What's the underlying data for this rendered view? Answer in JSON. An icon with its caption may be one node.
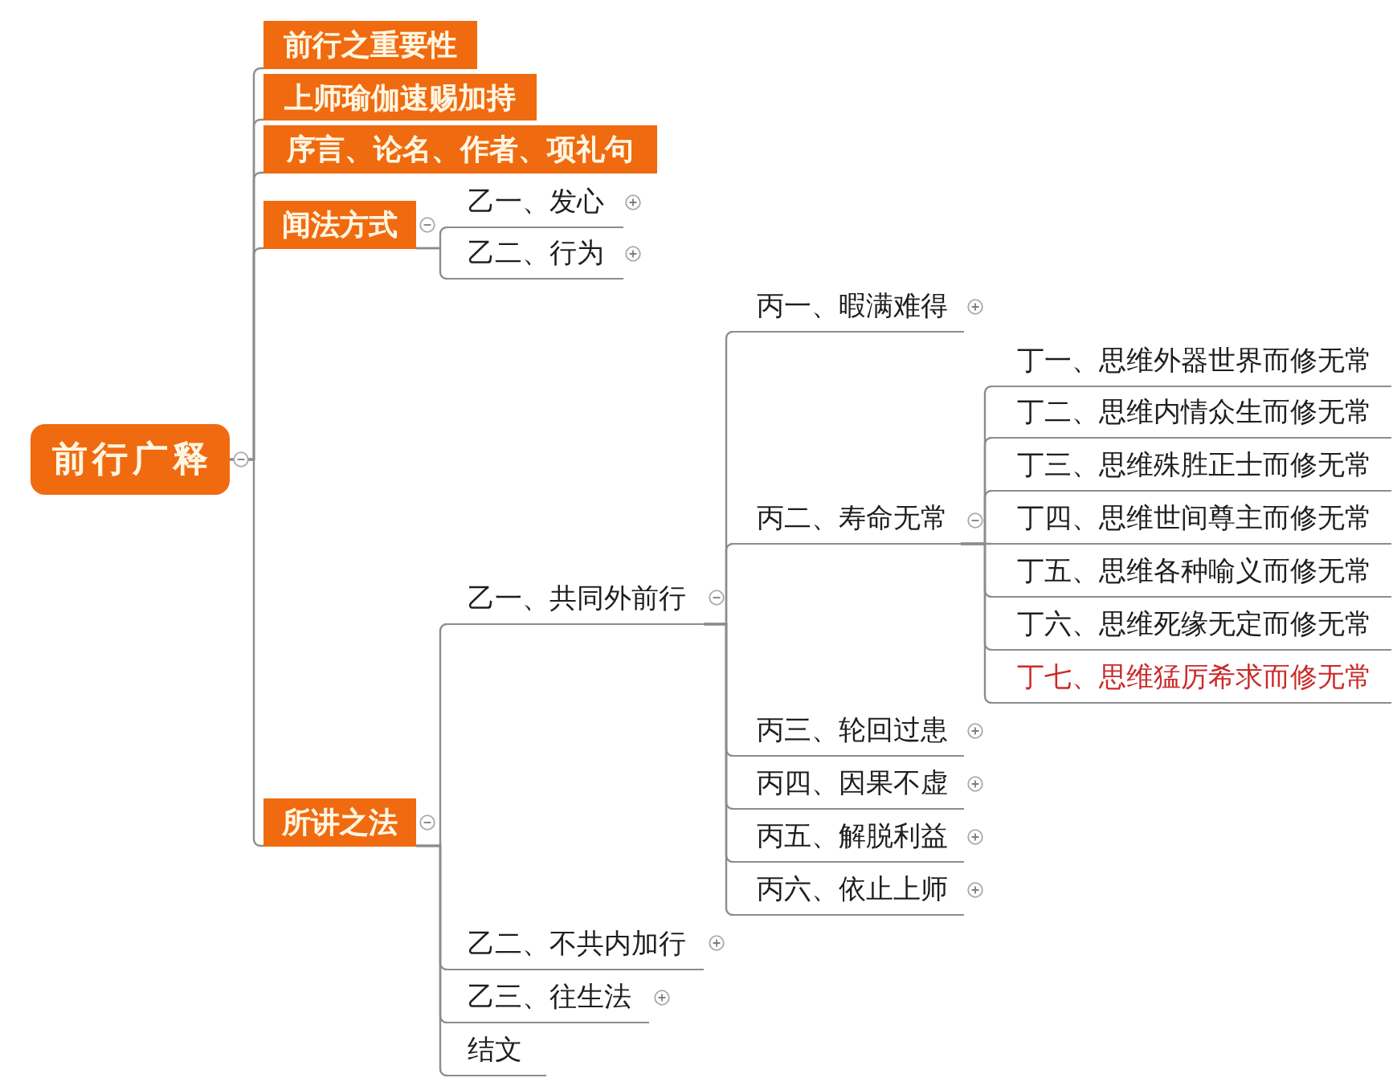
{
  "diagram": {
    "nodes": [
      {
        "text": [
          "前行广释"
        ]
      },
      {
        "text": [
          "前行之重要性"
        ]
      },
      {
        "text": [
          "上师瑜伽速赐加持"
        ]
      },
      {
        "text": [
          "序言、论名、作者、项礼句"
        ]
      },
      {
        "text": [
          "闻法方式"
        ]
      },
      {
        "text": [
          "乙一、发心"
        ]
      },
      {
        "text": [
          "乙二、行为"
        ]
      },
      {
        "text": [
          "所讲之法"
        ]
      },
      {
        "text": [
          "乙一、共同外前行"
        ]
      },
      {
        "text": [
          "丙一、暇满难得"
        ]
      },
      {
        "text": [
          "丙二、寿命无常"
        ]
      },
      {
        "text": [
          "丁一、思维外器世界而修无常"
        ]
      },
      {
        "text": [
          "丁二、思维内情众生而修无常"
        ]
      },
      {
        "text": [
          "丁三、思维殊胜正士而修无常"
        ]
      },
      {
        "text": [
          "丁四、思维世间尊主而修无常"
        ]
      },
      {
        "text": [
          "丁五、思维各种喻义而修无常"
        ]
      },
      {
        "text": [
          "丁六、思维死缘无定而修无常"
        ]
      },
      {
        "text": [
          "丁七、思维猛厉希求而修无常"
        ]
      },
      {
        "text": [
          "丙三、轮回过患"
        ]
      },
      {
        "text": [
          "丙四、因果不虚"
        ]
      },
      {
        "text": [
          "丙五、解脱利益"
        ]
      },
      {
        "text": [
          "丙六、依止上师"
        ]
      },
      {
        "text": [
          "乙二、不共内加行"
        ]
      },
      {
        "text": [
          "乙三、往生法"
        ]
      },
      {
        "text": [
          "结文"
        ]
      }
    ],
    "edges": [
      {
        "from": 0,
        "to": 1,
        "arrow": "none"
      },
      {
        "from": 0,
        "to": 2,
        "arrow": "none"
      },
      {
        "from": 0,
        "to": 3,
        "arrow": "none"
      },
      {
        "from": 0,
        "to": 4,
        "arrow": "none"
      },
      {
        "from": 0,
        "to": 7,
        "arrow": "none"
      },
      {
        "from": 4,
        "to": 5,
        "arrow": "none"
      },
      {
        "from": 4,
        "to": 6,
        "arrow": "none"
      },
      {
        "from": 7,
        "to": 8,
        "arrow": "none"
      },
      {
        "from": 7,
        "to": 22,
        "arrow": "none"
      },
      {
        "from": 7,
        "to": 23,
        "arrow": "none"
      },
      {
        "from": 7,
        "to": 24,
        "arrow": "none"
      },
      {
        "from": 8,
        "to": 9,
        "arrow": "none"
      },
      {
        "from": 8,
        "to": 10,
        "arrow": "none"
      },
      {
        "from": 8,
        "to": 18,
        "arrow": "none"
      },
      {
        "from": 8,
        "to": 19,
        "arrow": "none"
      },
      {
        "from": 8,
        "to": 20,
        "arrow": "none"
      },
      {
        "from": 8,
        "to": 21,
        "arrow": "none"
      },
      {
        "from": 10,
        "to": 11,
        "arrow": "none"
      },
      {
        "from": 10,
        "to": 12,
        "arrow": "none"
      },
      {
        "from": 10,
        "to": 13,
        "arrow": "none"
      },
      {
        "from": 10,
        "to": 14,
        "arrow": "none"
      },
      {
        "from": 10,
        "to": 15,
        "arrow": "none"
      },
      {
        "from": 10,
        "to": 16,
        "arrow": "none"
      },
      {
        "from": 10,
        "to": 17,
        "arrow": "none"
      }
    ]
  }
}
